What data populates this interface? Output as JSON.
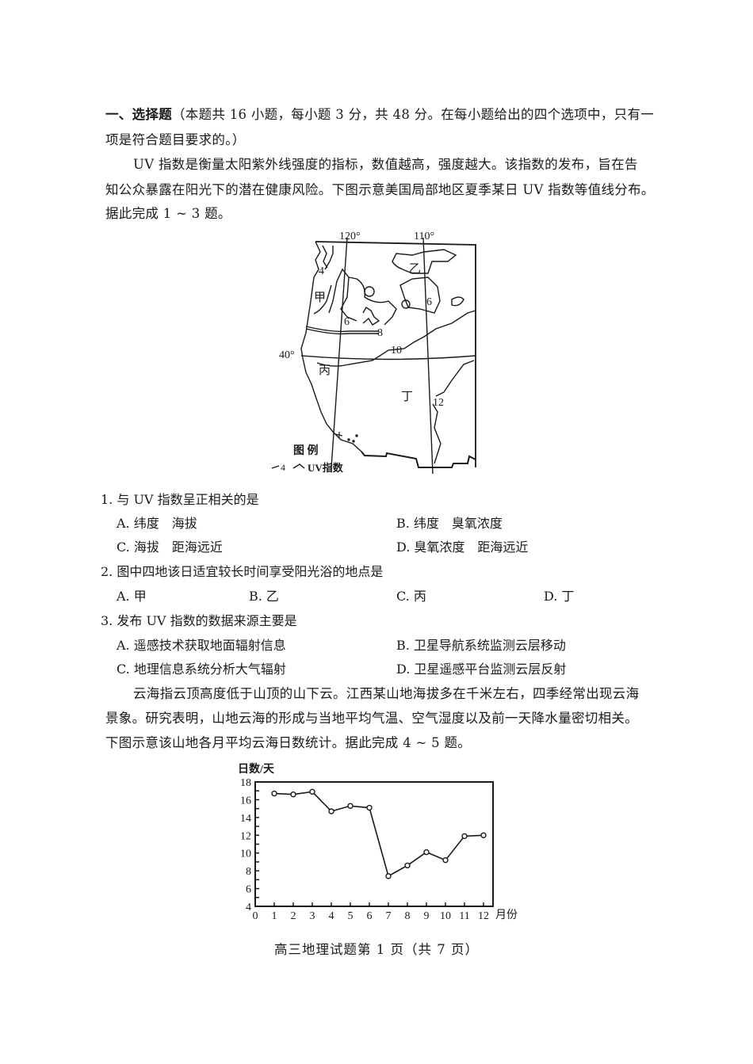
{
  "section": {
    "heading_bold": "一、选择题",
    "heading_rest_line1": "（本题共 16 小题，每小题 3 分，共 48 分。在每小题给出的四个选项中，只有一",
    "heading_line2": "项是符合题目要求的。）"
  },
  "passage1": {
    "lines": [
      "UV 指数是衡量太阳紫外线强度的指标，数值越高，强度越大。该指数的发布，旨在告",
      "知公众暴露在阳光下的潜在健康风险。下图示意美国局部地区夏季某日 UV 指数等值线分布。",
      "据此完成 1 ~ 3 题。"
    ]
  },
  "map": {
    "longitude_labels": [
      "120°",
      "110°"
    ],
    "latitude_label": "40°",
    "place_labels": [
      "甲",
      "乙",
      "丙",
      "丁"
    ],
    "isoline_labels": [
      "4",
      "6",
      "8",
      "6",
      "10",
      "12"
    ],
    "legend_title": "图 例",
    "legend_symbol": "-4~",
    "legend_text": "UV指数"
  },
  "questions": [
    {
      "stem": "1. 与 UV 指数呈正相关的是",
      "options": [
        "A. 纬度　海拔",
        "B. 纬度　臭氧浓度",
        "C. 海拔　距海远近",
        "D. 臭氧浓度　距海远近"
      ]
    },
    {
      "stem": "2. 图中四地该日适宜较长时间享受阳光浴的地点是",
      "options": [
        "A. 甲",
        "B. 乙",
        "C. 丙",
        "D. 丁"
      ]
    },
    {
      "stem": "3. 发布 UV 指数的数据来源主要是",
      "options": [
        "A. 遥感技术获取地面辐射信息",
        "B. 卫星导航系统监测云层移动",
        "C. 地理信息系统分析大气辐射",
        "D. 卫星遥感平台监测云层反射"
      ]
    }
  ],
  "passage2": {
    "lines": [
      "云海指云顶高度低于山顶的山下云。江西某山地海拔多在千米左右，四季经常出现云海",
      "景象。研究表明，山地云海的形成与当地平均气温、空气湿度以及前一天降水量密切相关。",
      "下图示意该山地各月平均云海日数统计。据此完成 4 ~ 5 题。"
    ]
  },
  "chart_data": {
    "type": "line",
    "title": "",
    "xlabel": "月份",
    "ylabel": "日数/天",
    "x": [
      1,
      2,
      3,
      4,
      5,
      6,
      7,
      8,
      9,
      10,
      11,
      12
    ],
    "x_tick_labels": [
      "0",
      "1",
      "2",
      "3",
      "4",
      "5",
      "6",
      "7",
      "8",
      "9",
      "10",
      "11",
      "12"
    ],
    "y_tick_labels": [
      "4",
      "6",
      "8",
      "10",
      "12",
      "14",
      "16",
      "18"
    ],
    "series": [
      {
        "name": "各月平均云海日数",
        "values": [
          16.7,
          16.6,
          16.9,
          14.7,
          15.3,
          15.1,
          7.4,
          8.6,
          10.1,
          9.2,
          11.9,
          12.0
        ]
      }
    ],
    "xlim": [
      0,
      12.6
    ],
    "ylim": [
      4,
      18
    ],
    "grid": false,
    "legend": "none",
    "marker": "open-circle"
  },
  "footer": {
    "text": "高三地理试题第 1 页（共 7 页）"
  }
}
